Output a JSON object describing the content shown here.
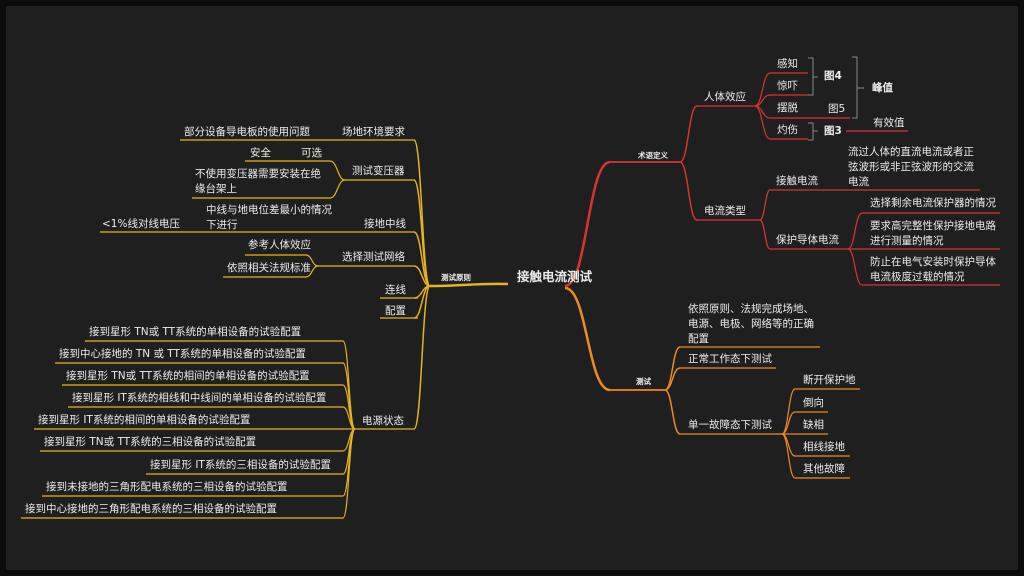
{
  "colors": {
    "red": "#d8352f",
    "orange": "#ee8a22",
    "yellow": "#e6b41e",
    "background": "#1f1f1f"
  },
  "center": "接触电流测试",
  "right": {
    "definitions": {
      "label": "术语定义",
      "body_effect": {
        "label": "人体效应",
        "items": [
          "感知",
          "惊吓",
          "摆脱",
          "灼伤"
        ],
        "fig4": "图4",
        "fig5": "图5",
        "fig3": "图3",
        "peak": "峰值",
        "rms": "有效值"
      },
      "current_type": {
        "label": "电流类型",
        "touch_current": {
          "label": "接触电流",
          "desc": "流过人体的直流电流或者正弦波形或非正弦波形的交流电流"
        },
        "pe_current": {
          "label": "保护导体电流",
          "items": [
            "选择剩余电流保护器的情况",
            "要求高完整性保护接地电路进行测量的情况",
            "防止在电气安装时保护导体电流极度过载的情况"
          ]
        }
      }
    },
    "test": {
      "label": "测试",
      "config": "依照原则、法规完成场地、电源、电极、网络等的正确配置",
      "normal": "正常工作态下测试",
      "single_fault": {
        "label": "单一故障态下测试",
        "items": [
          "断开保护地",
          "倒向",
          "缺相",
          "相线接地",
          "其他故障"
        ]
      }
    }
  },
  "left": {
    "label": "测试原则",
    "site": {
      "label": "场地环境要求",
      "item": "部分设备导电板的使用问题"
    },
    "transformer": {
      "label": "测试变压器",
      "safe": "安全",
      "optional": "可选",
      "no_transformer": "不使用变压器需要安装在绝缘台架上"
    },
    "neutral": {
      "label": "接地中线",
      "cond": "中线与地电位差最小的情况下进行",
      "limit": "<1%线对线电压"
    },
    "network": {
      "label": "选择测试网络",
      "items": [
        "参考人体效应",
        "依照相关法规标准"
      ]
    },
    "wiring": "连线",
    "setup": "配置",
    "power": {
      "label": "电源状态",
      "items": [
        "接到星形 TN或 TT系统的单相设备的试验配置",
        "接到中心接地的 TN 或 TT系统的单相设备的试验配置",
        "接到星形 TN或 TT系统的相间的单相设备的试验配置",
        "接到星形 IT系统的相线和中线间的单相设备的试验配置",
        "接到星形 IT系统的相间的单相设备的试验配置",
        "接到星形 TN或 TT系统的三相设备的试验配置",
        "接到星形 IT系统的三相设备的试验配置",
        "接到未接地的三角形配电系统的三相设备的试验配置",
        "接到中心接地的三角形配电系统的三相设备的试验配置"
      ]
    }
  }
}
